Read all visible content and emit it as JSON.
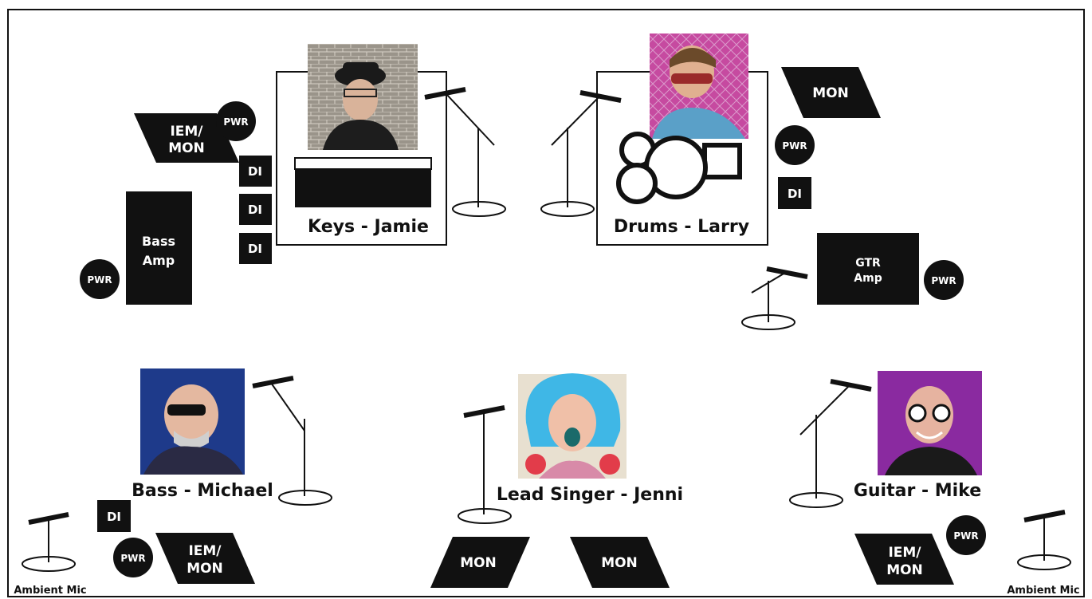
{
  "colors": {
    "ink": "#111111",
    "paper": "#ffffff"
  },
  "labels": {
    "keys": "Keys - Jamie",
    "drums": "Drums - Larry",
    "bass": "Bass - Michael",
    "lead": "Lead Singer - Jenni",
    "guitar": "Guitar - Mike",
    "ambient_left": "Ambient Mic",
    "ambient_right": "Ambient Mic"
  },
  "gear": {
    "pwr": "PWR",
    "di": "DI",
    "mon": "MON",
    "iem_line1": "IEM/",
    "iem_line2": "MON",
    "bass_amp_line1": "Bass",
    "bass_amp_line2": "Amp",
    "gtr_amp_line1": "GTR",
    "gtr_amp_line2": "Amp"
  },
  "photos": {
    "keys": "man-with-hat-photo",
    "drums": "man-with-sunglasses-photo",
    "bass": "bald-man-sunglasses-photo",
    "lead": "woman-blue-hair-photo",
    "guitar": "bald-man-star-glasses-photo"
  }
}
